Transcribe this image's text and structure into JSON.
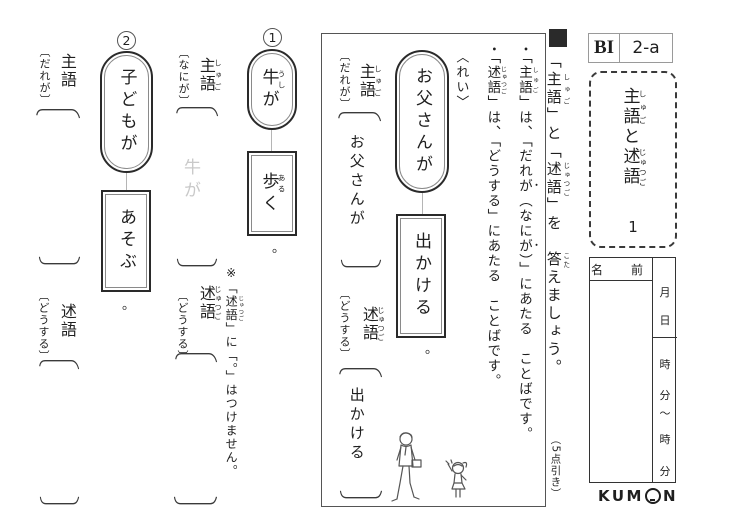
{
  "page": {
    "marker": "■",
    "penalty_note": "（5点引き）"
  },
  "instruction": {
    "segments": [
      {
        "t": "「"
      },
      {
        "t": "主語",
        "r": "しゅご"
      },
      {
        "t": "」と「"
      },
      {
        "t": "述語",
        "r": "じゅつご"
      },
      {
        "t": "」を　"
      },
      {
        "t": "答",
        "r": "こた"
      },
      {
        "t": "えましょう。"
      }
    ]
  },
  "header": {
    "code_left": "BI",
    "code_right": "2-a",
    "title": {
      "segments": [
        {
          "t": "主語",
          "r": "しゅご"
        },
        {
          "t": "と"
        },
        {
          "t": "述語",
          "r": "じゅつご"
        }
      ],
      "number": "1"
    },
    "name_box": {
      "label": "名　前",
      "fields": [
        "月",
        "日",
        "時",
        "分",
        "〜",
        "時",
        "分"
      ]
    },
    "logo": {
      "left": "KUM",
      "right": "N"
    }
  },
  "example": {
    "bullets": [
      {
        "segments": [
          {
            "t": "・「"
          },
          {
            "t": "主語",
            "r": "しゅご"
          },
          {
            "t": "」は、「だれ"
          },
          {
            "t": "が",
            "e": true
          },
          {
            "t": "（なに"
          },
          {
            "t": "が",
            "e": true
          },
          {
            "t": "）」にあたる　ことばです。"
          }
        ]
      },
      {
        "segments": [
          {
            "t": "・「"
          },
          {
            "t": "述語",
            "r": "じゅつご"
          },
          {
            "t": "」は、「どうする」にあたる　ことばです。"
          }
        ]
      }
    ],
    "label": "〈れい〉",
    "subject_word": {
      "segments": [
        {
          "t": "お父さんが"
        }
      ]
    },
    "predicate_word": {
      "segments": [
        {
          "t": "出かける"
        }
      ]
    },
    "period": "。",
    "subject_label": {
      "main": {
        "segments": [
          {
            "t": "主語",
            "r": "しゅご"
          }
        ]
      },
      "sub": "〔だれが〕"
    },
    "subject_answer": "お父さんが",
    "predicate_label": {
      "main": {
        "segments": [
          {
            "t": "述語",
            "r": "じゅつご"
          }
        ]
      },
      "sub": "〔どうする〕"
    },
    "predicate_answer": "出かける"
  },
  "note": {
    "segments": [
      {
        "t": "※「"
      },
      {
        "t": "述語",
        "r": "じゅつご"
      },
      {
        "t": "」に「。」はつけません。"
      }
    ]
  },
  "problems": [
    {
      "number": "1",
      "subject_word": {
        "segments": [
          {
            "t": "牛",
            "r": "うし"
          },
          {
            "t": "が"
          }
        ]
      },
      "predicate_word": {
        "segments": [
          {
            "t": "歩",
            "r": "ある"
          },
          {
            "t": "く"
          }
        ]
      },
      "period": "。",
      "subject_label": {
        "main": {
          "segments": [
            {
              "t": "主語",
              "r": "しゅご"
            }
          ]
        },
        "sub": "〔なにが〕"
      },
      "subject_answer_trace": "牛が",
      "predicate_label": {
        "main": {
          "segments": [
            {
              "t": "述語",
              "r": "じゅつご"
            }
          ]
        },
        "sub": "〔どうする〕"
      }
    },
    {
      "number": "2",
      "subject_word": {
        "segments": [
          {
            "t": "子どもが"
          }
        ]
      },
      "predicate_word": {
        "segments": [
          {
            "t": "あそぶ"
          }
        ]
      },
      "period": "。",
      "subject_label": {
        "main": {
          "segments": [
            {
              "t": "主語"
            }
          ]
        },
        "sub": "〔だれが〕"
      },
      "subject_answer_trace": "",
      "predicate_label": {
        "main": {
          "segments": [
            {
              "t": "述語"
            }
          ]
        },
        "sub": "〔どうする〕"
      }
    }
  ],
  "colors": {
    "ink": "#1f1f1f",
    "trace": "#c9c9c9",
    "border_dark": "#2a2a2a",
    "border_light": "#8a8a8a"
  }
}
